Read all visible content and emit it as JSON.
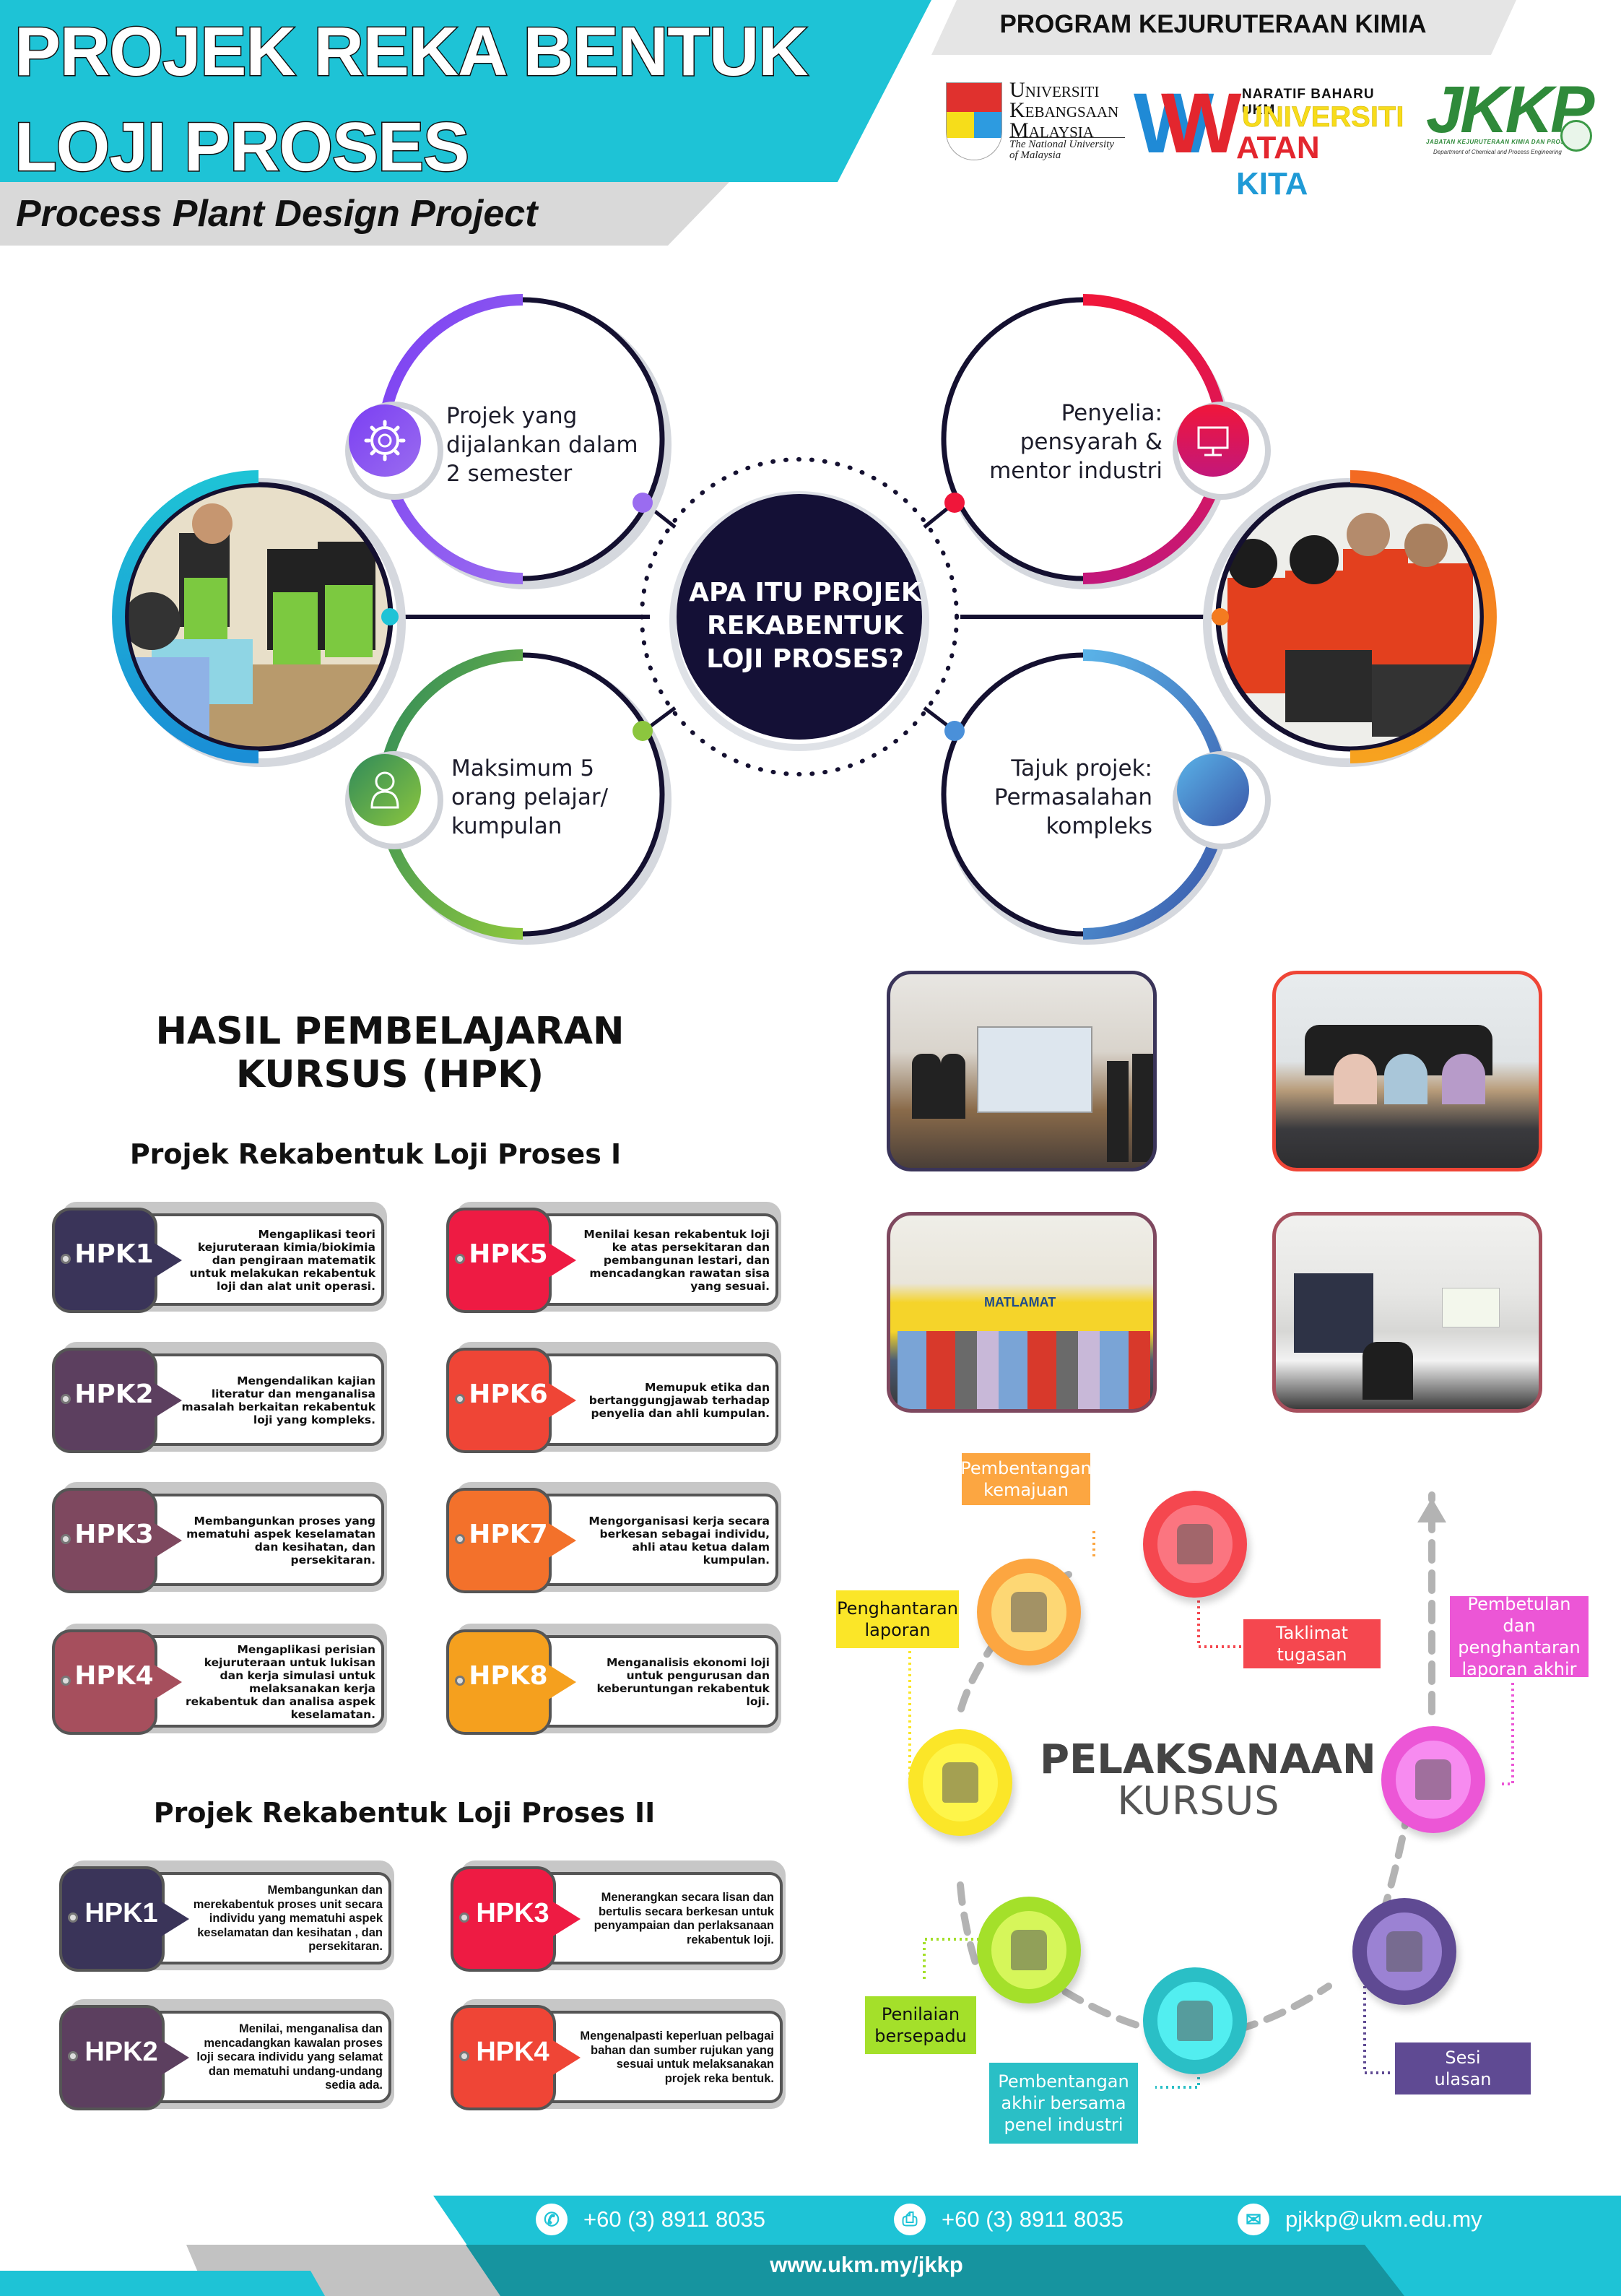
{
  "header": {
    "title_line1": "PROJEK REKA BENTUK",
    "title_line2": "LOJI PROSES",
    "subtitle": "Process Plant Design Project",
    "program": "PROGRAM KEJURUTERAAN KIMIA",
    "accent_color": "#1ec3d6"
  },
  "logos": {
    "ukm": {
      "line1_cap": "U",
      "line1": "NIVERSITI",
      "line2_cap": "K",
      "line2": "EBANGSAAN",
      "line3_cap": "M",
      "line3": "ALAYSIA",
      "tagline1": "The National University",
      "tagline2": "of Malaysia"
    },
    "watan": {
      "top": "NARATIF BAHARU UKM",
      "middle": "UNIVERSITI",
      "bottom_a": "ATAN ",
      "bottom_b": "KITA",
      "w": "W"
    },
    "jkkp": {
      "letters": "JKKP",
      "band": "JABATAN KEJURUTERAAN KIMIA DAN PROSES",
      "dept": "Department of Chemical and Process Engineering"
    }
  },
  "infographic": {
    "center": "APA ITU PROJEK REKABENTUK LOJI PROSES?",
    "center_lines": [
      "APA ITU PROJEK",
      "REKABENTUK",
      "LOJI PROSES?"
    ],
    "items": [
      {
        "lines": [
          "Projek yang",
          "dijalankan dalam",
          "2 semester"
        ],
        "icon": "gear-icon",
        "color_from": "#7b3ff2",
        "color_to": "#9a6cf0"
      },
      {
        "lines": [
          "Penyelia:",
          "pensyarah &",
          "mentor industri"
        ],
        "icon": "monitor-icon",
        "color_from": "#f0163a",
        "color_to": "#c3177a"
      },
      {
        "lines": [
          "Maksimum 5",
          "orang pelajar/",
          "kumpulan"
        ],
        "icon": "user-icon",
        "color_from": "#2f8a5a",
        "color_to": "#8cc63e"
      },
      {
        "lines": [
          "Tajuk projek:",
          "Permasalahan",
          "kompleks"
        ],
        "icon": "blank-circle-icon",
        "color_from": "#5ab3e8",
        "color_to": "#3a56a8"
      }
    ],
    "photos": [
      {
        "name": "students-green-uniform-photo",
        "ring_color": "#1aa6d6"
      },
      {
        "name": "students-red-uniform-photo",
        "ring_color": "#f47b20"
      }
    ]
  },
  "hpk": {
    "title_line1": "HASIL PEMBELAJARAN",
    "title_line2": "KURSUS (HPK)",
    "part1": {
      "title": "Projek Rekabentuk Loji Proses I",
      "items": [
        {
          "code": "HPK1",
          "color": "#3a3459",
          "desc": "Mengaplikasi teori kejuruteraan kimia/biokimia dan pengiraan matematik untuk melakukan rekabentuk loji dan alat unit operasi."
        },
        {
          "code": "HPK2",
          "color": "#5c3f5f",
          "desc": "Mengendalikan kajian literatur dan menganalisa masalah berkaitan rekabentuk loji yang kompleks."
        },
        {
          "code": "HPK3",
          "color": "#7e485f",
          "desc": "Membangunkan proses yang mematuhi aspek keselamatan dan kesihatan, dan persekitaran."
        },
        {
          "code": "HPK4",
          "color": "#a64f5d",
          "desc": "Mengaplikasi perisian kejuruteraan untuk lukisan dan kerja simulasi untuk melaksanakan kerja rekabentuk dan analisa aspek keselamatan."
        },
        {
          "code": "HPK5",
          "color": "#ee1b43",
          "desc": "Menilai kesan rekabentuk loji ke atas persekitaran dan pembangunan lestari, dan mencadangkan rawatan sisa yang sesuai."
        },
        {
          "code": "HPK6",
          "color": "#ef4536",
          "desc": "Memupuk etika dan bertanggungjawab terhadap penyelia dan ahli kumpulan."
        },
        {
          "code": "HPK7",
          "color": "#f3712b",
          "desc": "Mengorganisasi kerja secara berkesan sebagai individu, ahli atau ketua dalam kumpulan."
        },
        {
          "code": "HPK8",
          "color": "#f5a01e",
          "desc": "Menganalisis ekonomi loji untuk pengurusan dan keberuntungan rekabentuk loji."
        }
      ]
    },
    "part2": {
      "title": "Projek Rekabentuk Loji Proses II",
      "items": [
        {
          "code": "HPK1",
          "color": "#3a3459",
          "desc": "Membangunkan dan merekabentuk proses unit secara individu yang mematuhi aspek  keselamatan dan kesihatan , dan persekitaran."
        },
        {
          "code": "HPK2",
          "color": "#5c3f5f",
          "desc": "Menilai, menganalisa dan mencadangkan kawalan proses loji secara individu yang selamat dan mematuhi undang-undang sedia ada."
        },
        {
          "code": "HPK3",
          "color": "#ee1b43",
          "desc": "Menerangkan secara lisan dan bertulis secara berkesan untuk penyampaian dan perlaksanaan rekabentuk loji."
        },
        {
          "code": "HPK4",
          "color": "#ef4536",
          "desc": "Mengenalpasti keperluan pelbagai bahan dan sumber rujukan yang sesuai untuk melaksanakan projek reka bentuk."
        }
      ]
    }
  },
  "gallery": [
    {
      "name": "presentation-room-photo",
      "border": "#3a3459"
    },
    {
      "name": "group-panel-photo",
      "border": "#ef4536"
    },
    {
      "name": "matlamat-group-photo",
      "border": "#7e485f"
    },
    {
      "name": "meeting-room-photo",
      "border": "#a64f5d"
    }
  ],
  "pelaksanaan": {
    "title": "PELAKSANAAN",
    "subtitle": "KURSUS",
    "steps": [
      {
        "label": "Taklimat tugasan",
        "lines": [
          "Taklimat",
          "tugasan"
        ],
        "color": "#f5474f",
        "inner": "#fb7580",
        "icon": "team-hierarchy-icon",
        "text_color": "#ffffff"
      },
      {
        "label": "Pembentangan kemajuan",
        "lines": [
          "Pembentangan",
          "kemajuan"
        ],
        "color": "#fca641",
        "inner": "#fdd774",
        "icon": "growth-team-icon",
        "text_color": "#ffffff"
      },
      {
        "label": "Penghantaran laporan",
        "lines": [
          "Penghantaran",
          "laporan"
        ],
        "color": "#fbe628",
        "inner": "#fef54a",
        "icon": "report-document-icon",
        "text_color": "#111111"
      },
      {
        "label": "Penilaian bersepadu",
        "lines": [
          "Penilaian",
          "bersepadu"
        ],
        "color": "#a4e02a",
        "inner": "#d6f65a",
        "icon": "balance-decision-icon",
        "text_color": "#111111"
      },
      {
        "label": "Pembentangan akhir bersama penel industri",
        "lines": [
          "Pembentangan",
          "akhir bersama",
          "penel industri"
        ],
        "color": "#2abfc6",
        "inner": "#52eef0",
        "icon": "presenter-icon",
        "text_color": "#ffffff"
      },
      {
        "label": "Sesi ulasan",
        "lines": [
          "Sesi",
          "ulasan"
        ],
        "color": "#5f4a93",
        "inner": "#9b82d3",
        "icon": "review-cycle-icon",
        "text_color": "#ffffff"
      },
      {
        "label": "Pembetulan dan penghantaran laporan akhir",
        "lines": [
          "Pembetulan dan",
          "penghantaran",
          "laporan akhir"
        ],
        "color": "#ec56d6",
        "inner": "#f78bf0",
        "icon": "team-settings-icon",
        "text_color": "#ffffff"
      }
    ]
  },
  "footer": {
    "phone": "+60 (3) 8911 8035",
    "fax": "+60 (3) 8911 8035",
    "email": "pjkkp@ukm.edu.my",
    "website": "www.ukm.my/jkkp"
  }
}
